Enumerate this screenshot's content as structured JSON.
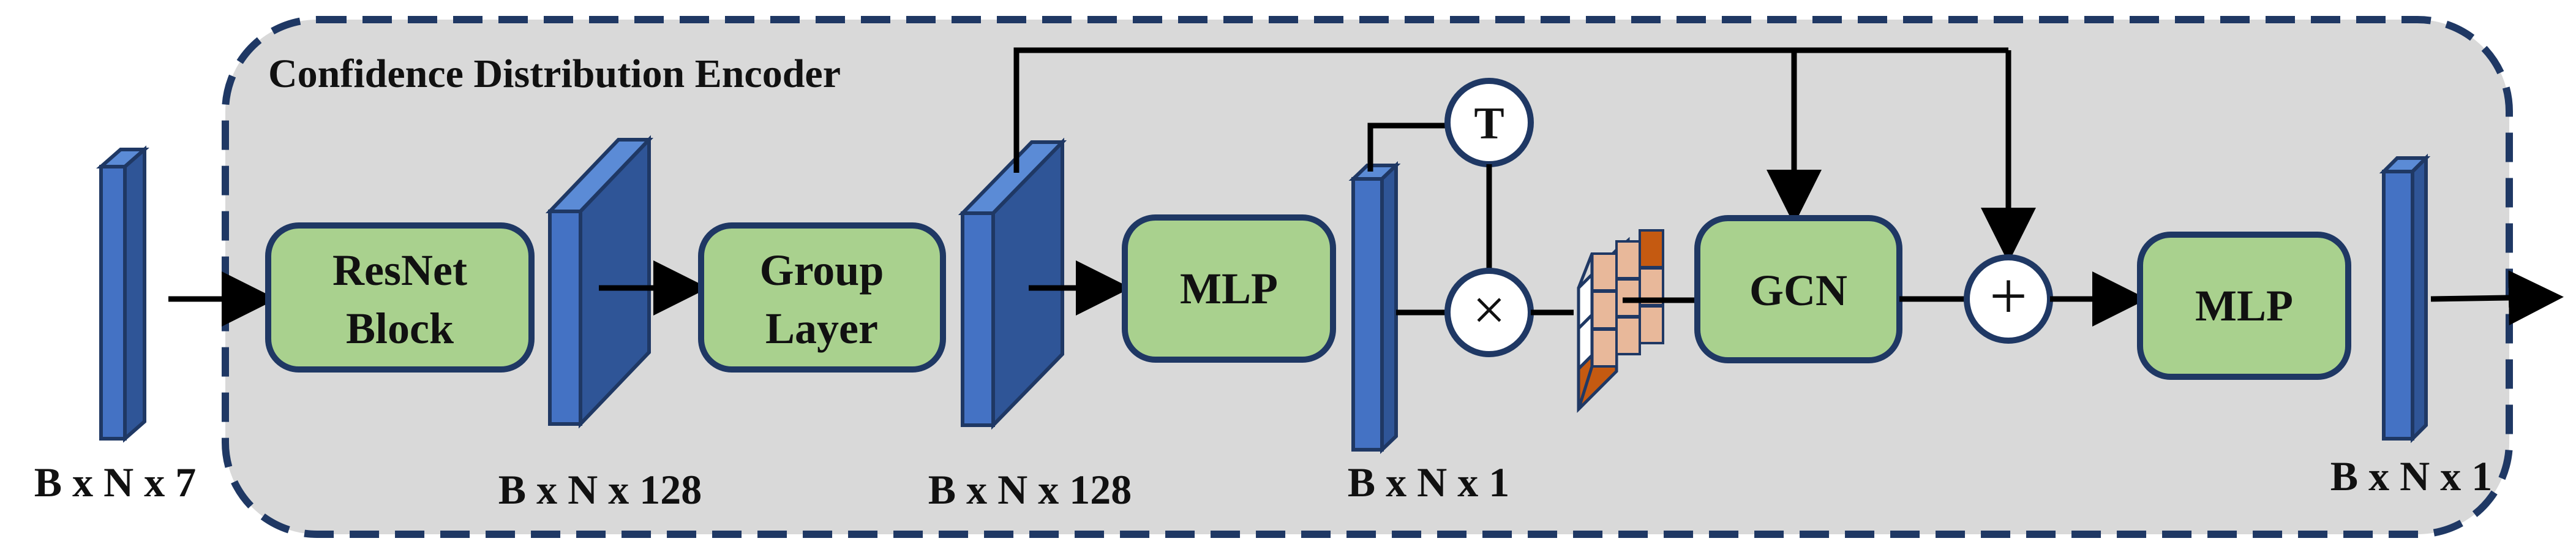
{
  "title": "Confidence Distribution Encoder",
  "blocks": {
    "resnet": {
      "line1": "ResNet",
      "line2": "Block"
    },
    "group": {
      "line1": "Group",
      "line2": "Layer"
    },
    "mlp1": "MLP",
    "gcn": "GCN",
    "mlp2": "MLP"
  },
  "ops": {
    "transpose": "T",
    "multiply": "×",
    "add": "+"
  },
  "dims": {
    "input": "B x N x 7",
    "after_resnet": "B x N x 128",
    "after_group": "B x N x 128",
    "after_mlp": "B x N x 1",
    "output": "B x N x 1"
  },
  "colors": {
    "encoder_fill": "#d9d9d9",
    "encoder_border": "#1f3864",
    "block_fill": "#a9d18e",
    "block_border": "#1f3864",
    "tensor_front": "#4472c4",
    "tensor_side": "#2f5597",
    "tensor_top": "#5b8bd6",
    "matrix_light": "#e8b89a",
    "matrix_dark": "#c55a11",
    "arrow": "#000000"
  }
}
